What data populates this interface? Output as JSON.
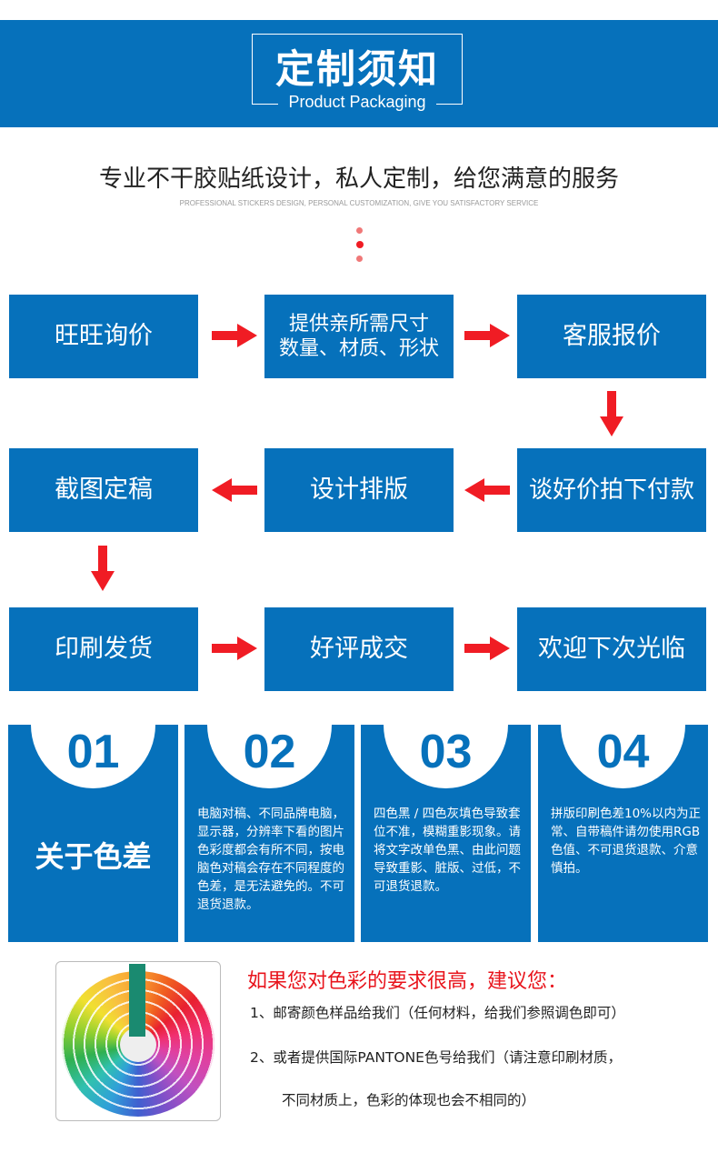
{
  "header": {
    "title": "定制须知",
    "subtitle": "Product Packaging"
  },
  "slogan": {
    "cn": "专业不干胶贴纸设计，私人定制，给您满意的服务",
    "en": "PROFESSIONAL STICKERS DESIGN, PERSONAL CUSTOMIZATION, GIVE YOU SATISFACTORY SERVICE"
  },
  "flow": {
    "steps": [
      "旺旺询价",
      "提供亲所需尺寸\n数量、材质、形状",
      "客服报价",
      "谈好价拍下付款",
      "设计排版",
      "截图定稿",
      "印刷发货",
      "好评成交",
      "欢迎下次光临"
    ]
  },
  "colors": {
    "brand": "#0671bb",
    "arrow": "#f01c24",
    "accent_red": "#e8141c"
  },
  "cards": [
    {
      "num": "01",
      "title": "关于色差"
    },
    {
      "num": "02",
      "text": "电脑对稿、不同品牌电脑，显示器，分辨率下看的图片色彩度都会有所不同，按电脑色对稿会存在不同程度的色差，是无法避免的。不可退货退款。"
    },
    {
      "num": "03",
      "text": "四色黑 / 四色灰填色导致套位不准，模糊重影现象。请将文字改单色黑、由此问题导致重影、脏版、过低，不可退货退款。"
    },
    {
      "num": "04",
      "text": "拼版印刷色差10%以内为正常、自带稿件请勿使用RGB色值、不可退货退款、介意慎拍。"
    }
  ],
  "advice": {
    "title": "如果您对色彩的要求很高，建议您：",
    "items": [
      "1、邮寄颜色样品给我们（任何材料，给我们参照调色即可）",
      "2、或者提供国际PANTONE色号给我们（请注意印刷材质，",
      "不同材质上，色彩的体现也会不相同的）"
    ]
  }
}
